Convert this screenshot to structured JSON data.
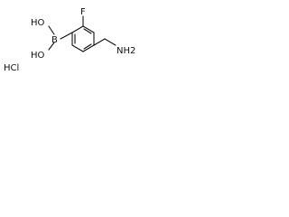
{
  "structure": {
    "atom_labels": {
      "hydroxy_upper": "HO",
      "hydroxy_lower": "HO",
      "boron": "B",
      "fluorine": "F",
      "amine": "NH2",
      "salt": "HCl"
    }
  }
}
